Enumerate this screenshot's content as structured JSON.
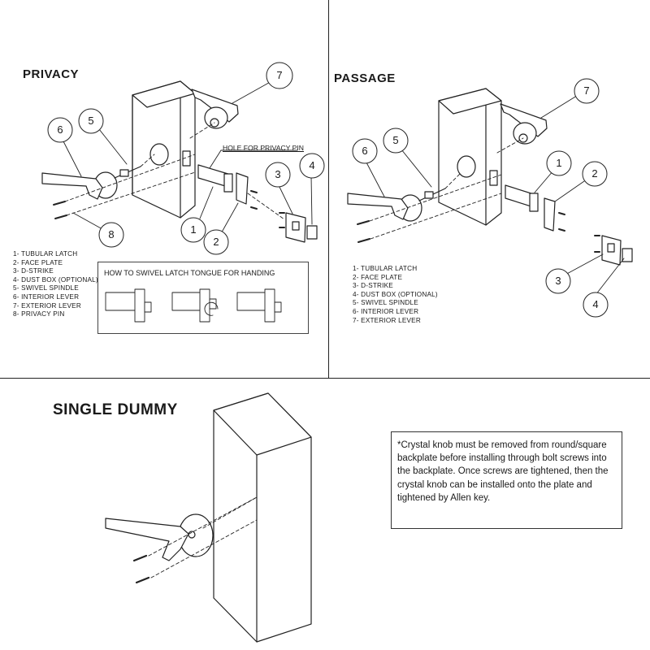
{
  "privacy": {
    "title": "PRIVACY",
    "hole_label": "HOLE FOR PRIVACY PIN",
    "legend": [
      "1- TUBULAR LATCH",
      "2- FACE PLATE",
      "3- D-STRIKE",
      "4- DUST BOX (OPTIONAL)",
      "5- SWIVEL SPINDLE",
      "6- INTERIOR LEVER",
      "7- EXTERIOR LEVER",
      "8- PRIVACY PIN"
    ],
    "swivel_title": "HOW TO SWIVEL LATCH TONGUE FOR HANDING",
    "callouts": [
      "1",
      "2",
      "3",
      "4",
      "5",
      "6",
      "7",
      "8"
    ]
  },
  "passage": {
    "title": "PASSAGE",
    "legend": [
      "1- TUBULAR LATCH",
      "2- FACE PLATE",
      "3- D-STRIKE",
      "4- DUST BOX (OPTIONAL)",
      "5- SWIVEL SPINDLE",
      "6- INTERIOR LEVER",
      "7- EXTERIOR LEVER"
    ],
    "callouts": [
      "1",
      "2",
      "3",
      "4",
      "5",
      "6",
      "7"
    ]
  },
  "dummy": {
    "title": "SINGLE DUMMY",
    "note": "*Crystal  knob must be removed from round/square backplate before installing through bolt screws into the backplate. Once screws are tightened, then the crystal knob can be installed onto the plate and tightened by Allen key."
  },
  "colors": {
    "line": "#222222",
    "background": "#ffffff"
  }
}
